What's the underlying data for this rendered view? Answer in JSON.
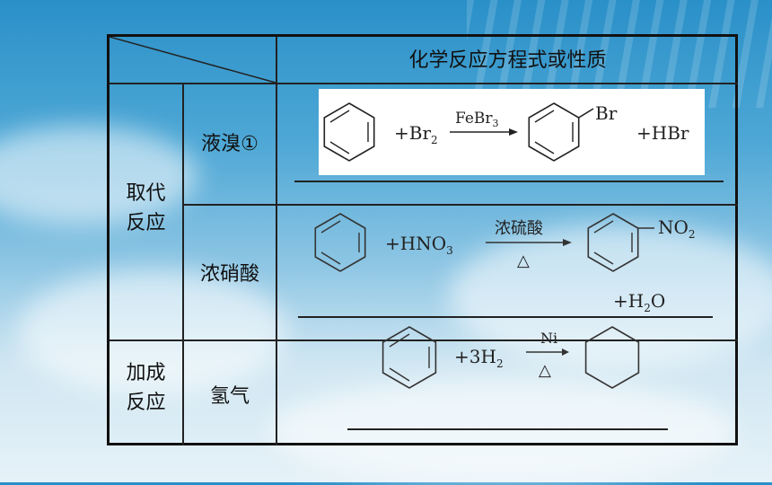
{
  "table": {
    "header": "化学反应方程式或性质",
    "groups": [
      {
        "category_line1": "取代",
        "category_line2": "反应",
        "rows": [
          {
            "reagent": "液溴①",
            "equation": {
              "plus1": "+Br",
              "plus1_sub": "2",
              "catalyst": "FeBr",
              "catalyst_sub": "3",
              "substituent": "Br",
              "byproduct": "+HBr"
            }
          },
          {
            "reagent": "浓硝酸",
            "equation": {
              "plus1": "+HNO",
              "plus1_sub": "3",
              "catalyst": "浓硫酸",
              "condition": "△",
              "substituent": "NO",
              "substituent_sub": "2",
              "byproduct_a": "+H",
              "byproduct_sub": "2",
              "byproduct_b": "O"
            }
          }
        ]
      },
      {
        "category_line1": "加成",
        "category_line2": "反应",
        "rows": [
          {
            "reagent": "氢气",
            "equation": {
              "plus1": "+3H",
              "plus1_sub": "2",
              "catalyst": "Ni",
              "condition": "△"
            }
          }
        ]
      }
    ]
  }
}
